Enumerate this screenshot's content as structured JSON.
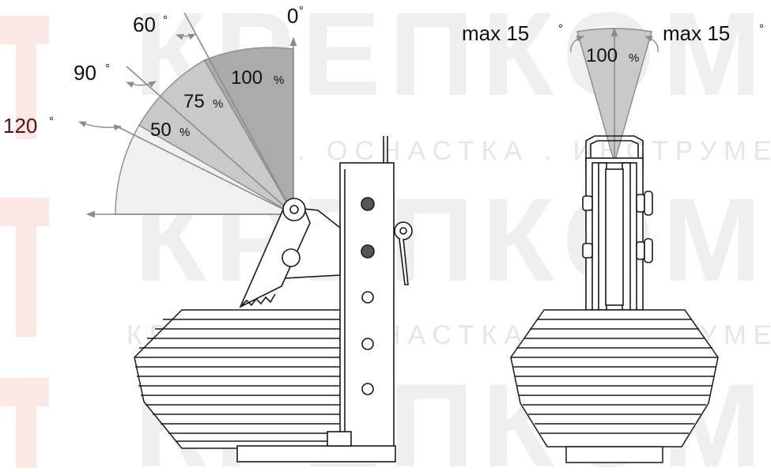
{
  "watermark": {
    "brand": "КРЕПКОМ",
    "tagline": "КРЕПЕЖ . ОСНАСТКА . ИНСТРУМЕНТ",
    "logo_color": "#fbe7e4",
    "text_color": "#eeeeee"
  },
  "side_view": {
    "angles": [
      {
        "value": "0",
        "unit": "°"
      },
      {
        "value": "60",
        "unit": "°"
      },
      {
        "value": "90",
        "unit": "°"
      },
      {
        "value": "120",
        "unit": "°"
      }
    ],
    "capacities": [
      {
        "value": "100",
        "unit": "%"
      },
      {
        "value": "75",
        "unit": "%"
      },
      {
        "value": "50",
        "unit": "%"
      }
    ],
    "angle_120_color": "#5a1010"
  },
  "front_view": {
    "left_limit": {
      "text": "max 15",
      "unit": "°"
    },
    "right_limit": {
      "text": "max 15",
      "unit": "°"
    },
    "capacity": {
      "value": "100",
      "unit": "%"
    }
  },
  "colors": {
    "line": "#1a1a1a",
    "guide": "#8c8c8c",
    "sector_light": "#f0f0f0",
    "sector_mid": "#c9c9c9",
    "sector_dark": "#ababab"
  }
}
